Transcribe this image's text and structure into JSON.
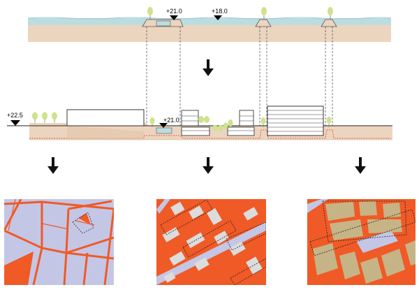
{
  "elevations": {
    "top_dike": "+21.0",
    "top_water": "+18.0",
    "mid_left": "+22.5",
    "mid_canal": "+21.0"
  },
  "colors": {
    "soil": "#ecd5bf",
    "water": "#bcdce0",
    "tree": "#cfe28c",
    "plot": "#f05a26",
    "plan_bg": "#c4c6e6",
    "building_gray": "#dcdcdc",
    "building_khaki": "#c6b487",
    "line_red": "#e8341c"
  }
}
